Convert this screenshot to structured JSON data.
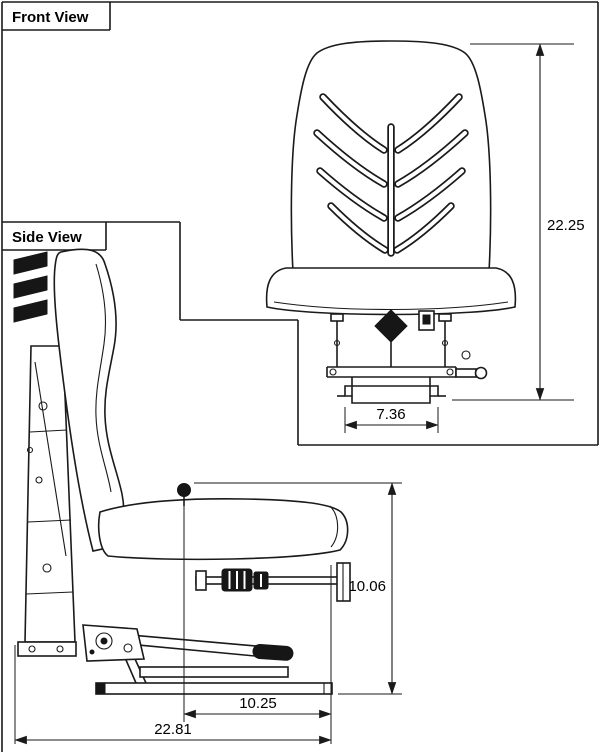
{
  "colors": {
    "background": "#ffffff",
    "line": "#1a1a1a"
  },
  "front_view": {
    "label": "Front View"
  },
  "side_view": {
    "label": "Side View"
  },
  "dimensions": {
    "overall_height": "22.25",
    "base_width": "7.36",
    "seat_height": "10.06",
    "base_length": "10.25",
    "overall_length": "22.81"
  }
}
